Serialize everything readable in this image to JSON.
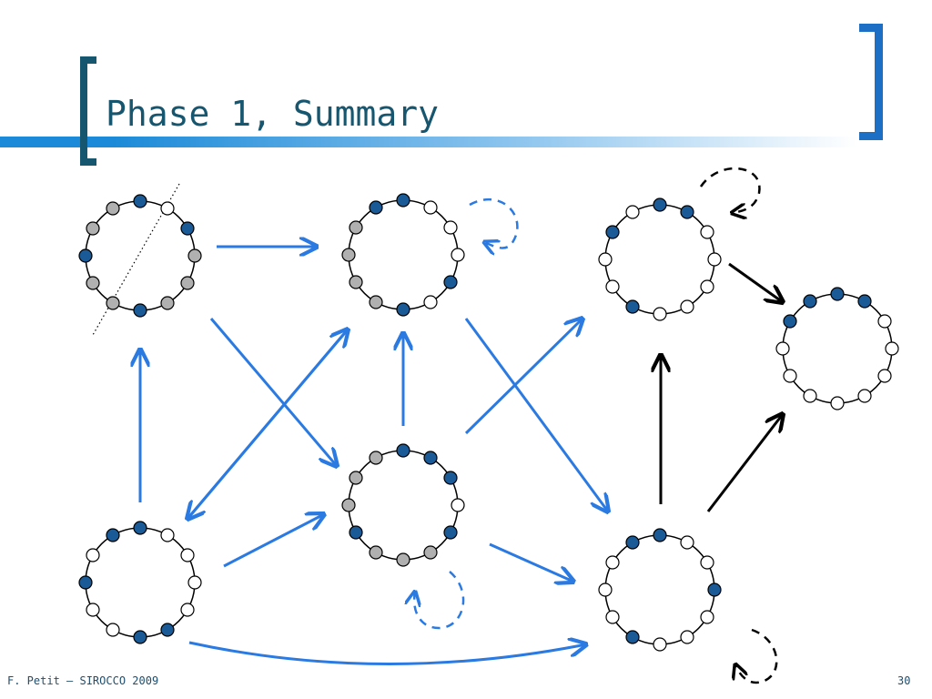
{
  "slide": {
    "title": "Phase 1, Summary",
    "footer": "F. Petit – SIROCCO 2009",
    "page_number": "30"
  },
  "colors": {
    "accent": "#1c6fc4",
    "title": "#17566f",
    "node_dark": "#1a5a96",
    "node_gray": "#b0b0b0",
    "node_white": "#ffffff",
    "arrow_blue": "#2a7ae2",
    "arrow_black": "#000000"
  },
  "diagram": {
    "rings": [
      {
        "id": "config-1",
        "nodes": [
          "d",
          "w",
          "d",
          "g",
          "g",
          "g",
          "d",
          "g",
          "g",
          "d",
          "g",
          "g"
        ],
        "cut_line": true
      },
      {
        "id": "config-2",
        "nodes": [
          "d",
          "w",
          "w",
          "w",
          "d",
          "w",
          "d",
          "g",
          "g",
          "g",
          "g",
          "d"
        ]
      },
      {
        "id": "config-3",
        "nodes": [
          "d",
          "d",
          "w",
          "w",
          "w",
          "w",
          "w",
          "d",
          "w",
          "w",
          "d",
          "w"
        ]
      },
      {
        "id": "config-4",
        "nodes": [
          "d",
          "d",
          "w",
          "w",
          "w",
          "w",
          "w",
          "w",
          "w",
          "w",
          "d",
          "d"
        ]
      },
      {
        "id": "config-5",
        "nodes": [
          "d",
          "w",
          "w",
          "w",
          "w",
          "d",
          "d",
          "w",
          "w",
          "d",
          "w",
          "d"
        ]
      },
      {
        "id": "config-6",
        "nodes": [
          "d",
          "d",
          "d",
          "w",
          "d",
          "g",
          "g",
          "g",
          "d",
          "g",
          "g",
          "g"
        ]
      },
      {
        "id": "config-7",
        "nodes": [
          "d",
          "w",
          "w",
          "d",
          "w",
          "w",
          "w",
          "d",
          "w",
          "w",
          "w",
          "d"
        ]
      }
    ],
    "arrows": [
      {
        "from": "config-1",
        "to": "config-2",
        "color": "blue"
      },
      {
        "from": "config-1",
        "to": "config-6",
        "color": "blue"
      },
      {
        "from": "config-5",
        "to": "config-1",
        "color": "blue"
      },
      {
        "from": "config-5",
        "to": "config-2",
        "color": "blue"
      },
      {
        "from": "config-2",
        "to": "config-5",
        "color": "blue"
      },
      {
        "from": "config-6",
        "to": "config-2",
        "color": "blue"
      },
      {
        "from": "config-2",
        "to": "config-7",
        "color": "blue"
      },
      {
        "from": "config-6",
        "to": "config-3",
        "color": "blue"
      },
      {
        "from": "config-5",
        "to": "config-6",
        "color": "blue"
      },
      {
        "from": "config-6",
        "to": "config-7",
        "color": "blue"
      },
      {
        "from": "config-5",
        "to": "config-7",
        "color": "blue"
      },
      {
        "from": "config-3",
        "to": "config-4",
        "color": "black"
      },
      {
        "from": "config-7",
        "to": "config-3",
        "color": "black"
      },
      {
        "from": "config-7",
        "to": "config-4",
        "color": "black"
      }
    ],
    "self_loops": [
      {
        "on": "config-2",
        "color": "blue"
      },
      {
        "on": "config-6",
        "color": "blue"
      },
      {
        "on": "config-3",
        "color": "black"
      },
      {
        "on": "config-7",
        "color": "black"
      }
    ]
  }
}
